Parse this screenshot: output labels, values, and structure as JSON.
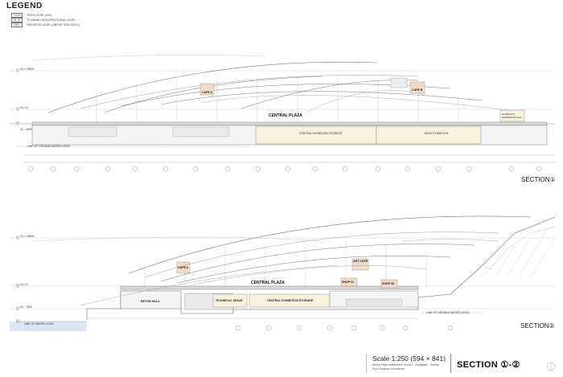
{
  "legend": {
    "title": "LEGEND",
    "items": [
      {
        "key": "+2000",
        "label": "PATH LEVEL (mm)"
      },
      {
        "key": "GL ±0",
        "label": "PLANNED ARCHITECTURAL LEVEL"
      },
      {
        "key": "+85.0",
        "label": "RELATIVE LEVEL (ABOVE SEA LEVEL)"
      }
    ]
  },
  "section1": {
    "label": "SECTION①",
    "plaza": "CENTRAL PLAZA",
    "levels": {
      "top": "GL ± 18040",
      "mid": "GL ± 0",
      "low": "GL - 4500"
    },
    "rooms": [
      "CAFE A",
      "CAFE B",
      "EXHIBITION REFERENCE HALL",
      "CENTRAL EXHIBITION STORAGE",
      "BACK EXHIBITION"
    ],
    "water": "LINE OF GROUND WATER LEVEL"
  },
  "section2": {
    "label": "SECTION②",
    "plaza": "CENTRAL PLAZA",
    "levels": {
      "top": "GL ± 18040",
      "mid": "GL ± 0",
      "low": "GL - 7500"
    },
    "rooms": [
      "CAFE A",
      "ART CAFE",
      "SHOP 02",
      "SHOP 08",
      "BETON HALA",
      "TECHNICAL SPACE",
      "CENTRAL EXHIBITION STORAGE"
    ],
    "water": "LINE OF WATER LEVEL",
    "ground_water": "LINE OF GROUND WATER LEVEL"
  },
  "title_block": {
    "scale": "Scale 1:250 (594 × 841)",
    "project": "Beton Hala Waterfront Center - Belgrade - Serbia",
    "architect": "Sou Fujimoto Architects",
    "title": "SECTION ①-②"
  }
}
